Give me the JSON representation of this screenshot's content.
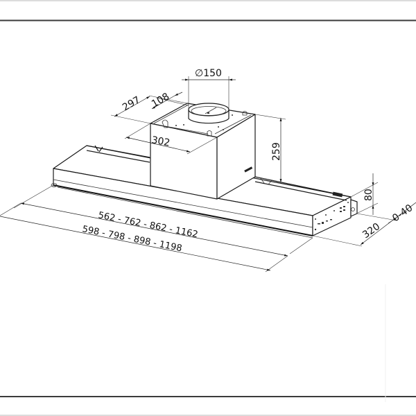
{
  "drawing": {
    "subject": "Built-in range hood with duct box",
    "colors": {
      "line": "#1a1a1a",
      "frame_thick": "#3a3a3a",
      "frame_thin": "#c8c8c8",
      "background": "#ffffff"
    }
  },
  "dimensions": {
    "duct_diameter": {
      "symbol": "Ø",
      "value": "150",
      "label": "∅150"
    },
    "box_depth": {
      "value": "297",
      "label": "297"
    },
    "box_offset": {
      "value": "108",
      "label": "108"
    },
    "box_width": {
      "value": "302",
      "label": "302"
    },
    "box_height": {
      "value": "259",
      "label": "259"
    },
    "hood_height": {
      "value": "80",
      "label": "80"
    },
    "hood_depth": {
      "value": "320",
      "label": "320"
    },
    "adjustment": {
      "value": "0-40",
      "label": "0-40"
    },
    "inner_widths": {
      "values": [
        "562",
        "762",
        "862",
        "1162"
      ],
      "label": "562  -  762  -  862  -  1162"
    },
    "outer_widths": {
      "values": [
        "598",
        "798",
        "898",
        "1198"
      ],
      "label": "598  -  798  -  898  -  1198"
    }
  }
}
